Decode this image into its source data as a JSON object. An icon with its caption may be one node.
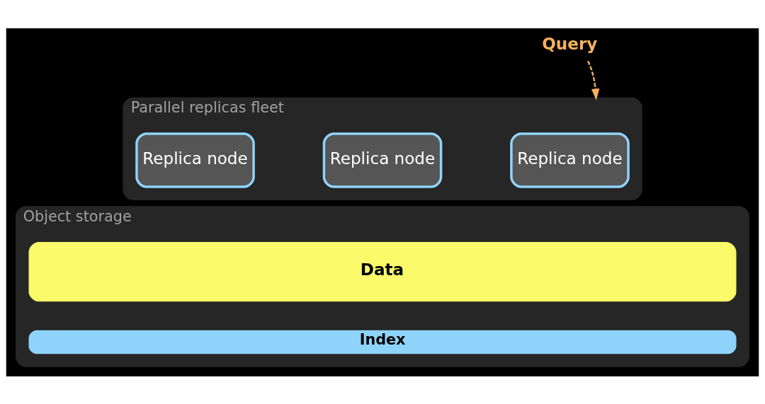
{
  "diagram": {
    "nodes": [
      {
        "text": [
          "Query"
        ]
      },
      {
        "text": [
          "Parallel replicas fleet"
        ]
      },
      {
        "text": [
          "Replica node"
        ],
        "in": 1
      },
      {
        "text": [
          "Replica node"
        ],
        "in": 1
      },
      {
        "text": [
          "Replica node"
        ],
        "in": 1
      },
      {
        "text": [
          "Object storage"
        ]
      },
      {
        "text": [
          "Data"
        ],
        "in": 5
      },
      {
        "text": [
          "Index"
        ],
        "in": 5
      }
    ],
    "edges": [
      {
        "from": 0,
        "to": 1,
        "arrow": "to",
        "style": "dashed",
        "color": "#f5b060"
      }
    ]
  }
}
